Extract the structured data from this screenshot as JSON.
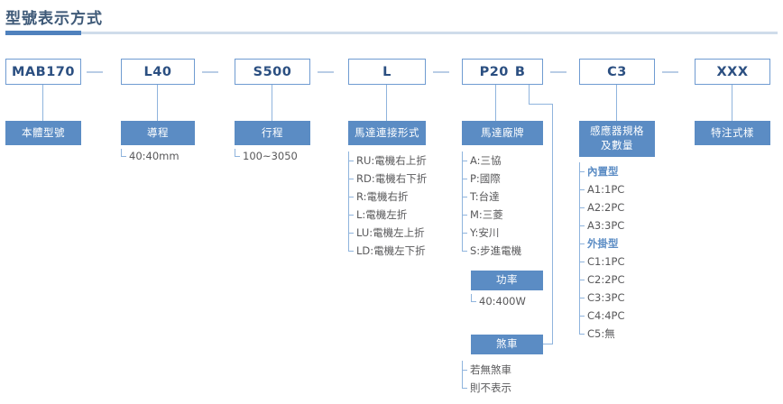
{
  "title": "型號表示方式",
  "colors": {
    "accent": "#4f81bd",
    "category_bar": "#5b8cc4",
    "box_border": "#6f9bd1",
    "code_text": "#2b4f81",
    "line": "#8fb4dd",
    "body_text": "#58585a"
  },
  "segments": [
    {
      "code": "MAB170",
      "category": "本體型號",
      "options": []
    },
    {
      "code": "L40",
      "category": "導程",
      "options": [
        "40:40mm"
      ]
    },
    {
      "code": "S500",
      "category": "行程",
      "options": [
        "100~3050"
      ]
    },
    {
      "code": "L",
      "category": "馬達連接形式",
      "options": [
        "RU:電機右上折",
        "RD:電機右下折",
        "R:電機右折",
        "L:電機左折",
        "LU:電機左上折",
        "LD:電機左下折"
      ]
    },
    {
      "code": "P20",
      "code_suffix": "B",
      "category": "馬達廠牌",
      "options": [
        "A:三協",
        "P:國際",
        "T:台達",
        "M:三菱",
        "Y:安川",
        "S:步進電機"
      ],
      "sub_power": {
        "category": "功率",
        "options": [
          "40:400W"
        ]
      },
      "sub_brake": {
        "category": "煞車",
        "options": [
          "若無煞車",
          "則不表示"
        ]
      }
    },
    {
      "code": "C3",
      "category": "感應器規格\n及數量",
      "category_line1": "感應器規格",
      "category_line2": "及數量",
      "options": [
        {
          "label": "內置型",
          "type": "subhead"
        },
        {
          "label": "A1:1PC",
          "type": "item"
        },
        {
          "label": "A2:2PC",
          "type": "item"
        },
        {
          "label": "A3:3PC",
          "type": "item"
        },
        {
          "label": "外掛型",
          "type": "subhead"
        },
        {
          "label": "C1:1PC",
          "type": "item"
        },
        {
          "label": "C2:2PC",
          "type": "item"
        },
        {
          "label": "C3:3PC",
          "type": "item"
        },
        {
          "label": "C4:4PC",
          "type": "item"
        },
        {
          "label": "C5:無",
          "type": "item"
        }
      ]
    },
    {
      "code": "XXX",
      "category": "特注式樣",
      "options": []
    }
  ]
}
